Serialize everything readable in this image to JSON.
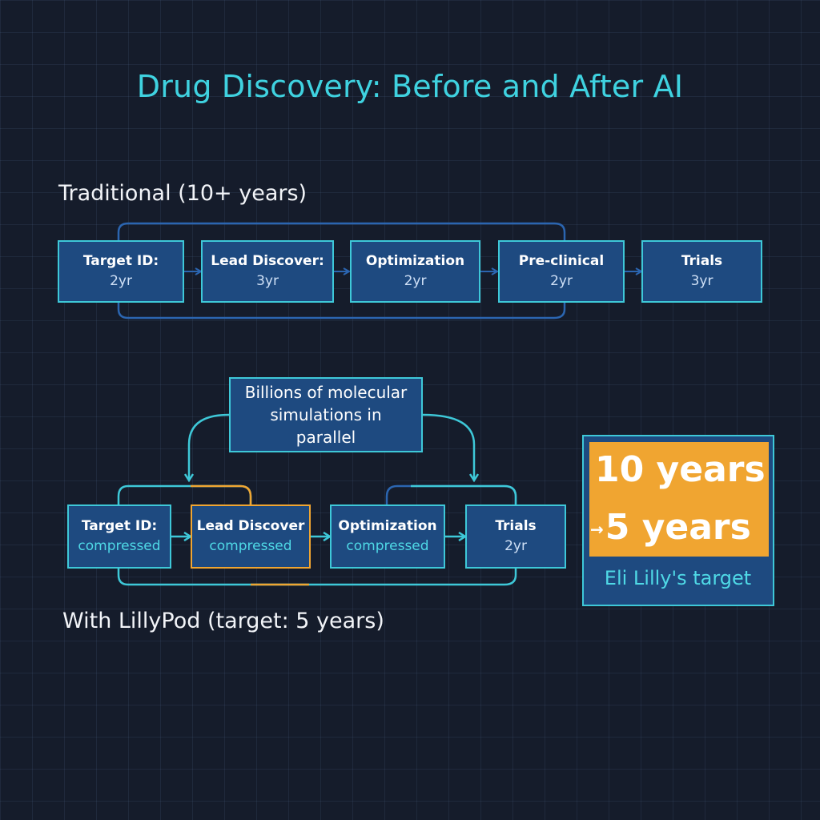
{
  "title": "Drug Discovery: Before and After AI",
  "traditional": {
    "label": "Traditional (10+ years)",
    "stages": [
      {
        "name": "Target ID:",
        "duration": "2yr"
      },
      {
        "name": "Lead Discover:",
        "duration": "3yr"
      },
      {
        "name": "Optimization",
        "duration": "2yr"
      },
      {
        "name": "Pre-clinical",
        "duration": "2yr"
      },
      {
        "name": "Trials",
        "duration": "3yr"
      }
    ]
  },
  "ai": {
    "label": "With LillyPod (target: 5 years)",
    "callout": "Billions of molecular simulations in parallel",
    "stages": [
      {
        "name": "Target ID:",
        "duration": "compressed"
      },
      {
        "name": "Lead Discover",
        "duration": "compressed"
      },
      {
        "name": "Optimization",
        "duration": "compressed"
      },
      {
        "name": "Trials",
        "duration": "2yr"
      }
    ]
  },
  "summary": {
    "from": "10 years",
    "arrow": "→",
    "to": "5 years",
    "caption": "Eli Lilly's target"
  },
  "colors": {
    "background": "#151c2b",
    "accent_cyan": "#3ec8d8",
    "box_fill": "#1e4a80",
    "highlight_orange": "#f0a531",
    "connector_blue": "#2b65b0"
  }
}
